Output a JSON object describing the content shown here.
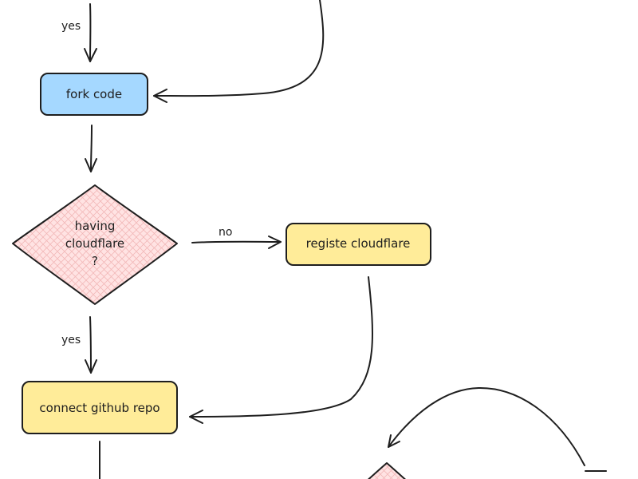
{
  "nodes": {
    "fork_code": {
      "label": "fork code",
      "color": "#a5d8ff"
    },
    "having_cloudflare": {
      "lines": [
        "having",
        "cloudflare",
        "?"
      ],
      "color": "#ffe3e3"
    },
    "registe_cloudflare": {
      "label": "registe cloudflare",
      "color": "#ffec99"
    },
    "connect_github_repo": {
      "label": "connect github repo",
      "color": "#ffec99"
    },
    "bottom_diamond": {
      "color": "#ffe3e3"
    }
  },
  "edges": {
    "yes_top": "yes",
    "no": "no",
    "yes_bottom": "yes"
  },
  "colors": {
    "stroke": "#1e1e1e",
    "hatch": "#f2b8b8"
  }
}
